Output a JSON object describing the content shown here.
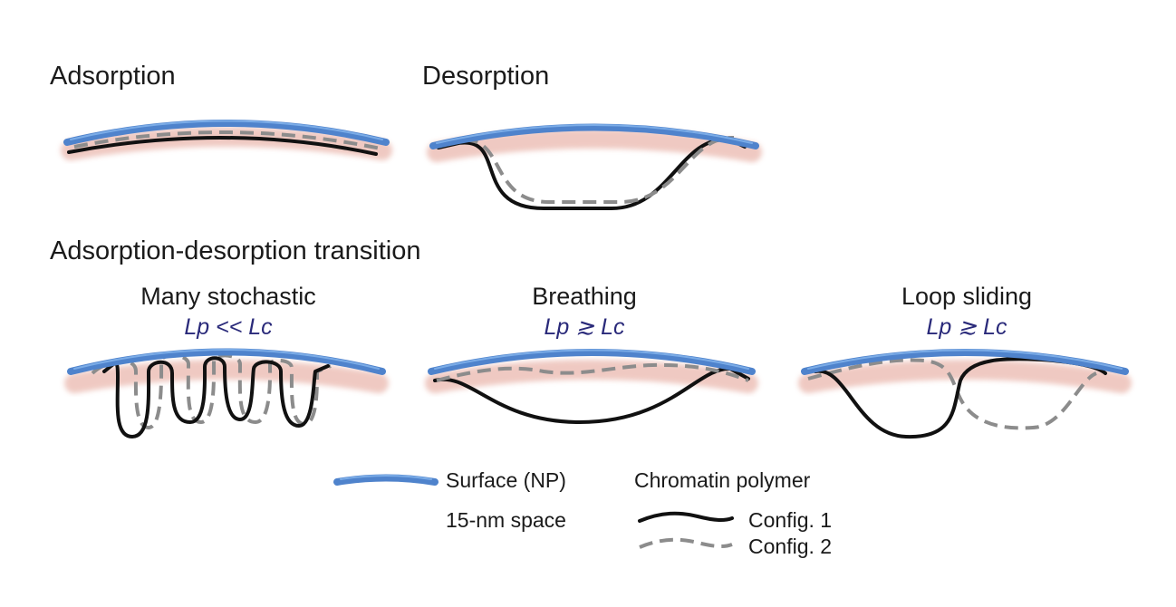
{
  "sections": {
    "adsorption": "Adsorption",
    "desorption": "Desorption",
    "transition": "Adsorption-desorption transition"
  },
  "modes": [
    {
      "title": "Many stochastic",
      "relation": "Lp << Lc"
    },
    {
      "title": "Breathing",
      "relation": "Lp ≳ Lc"
    },
    {
      "title": "Loop sliding",
      "relation": "Lp ≳ Lc"
    }
  ],
  "legend": {
    "surface": "Surface (NP)",
    "space": "15-nm space",
    "polymer_title": "Chromatin polymer",
    "config1": "Config. 1",
    "config2": "Config. 2"
  },
  "colors": {
    "surface": "#4f83cc",
    "space": "#eab8ae",
    "config1": "#111111",
    "config2": "#8c8c8c",
    "relation_text": "#2a2a7a"
  }
}
